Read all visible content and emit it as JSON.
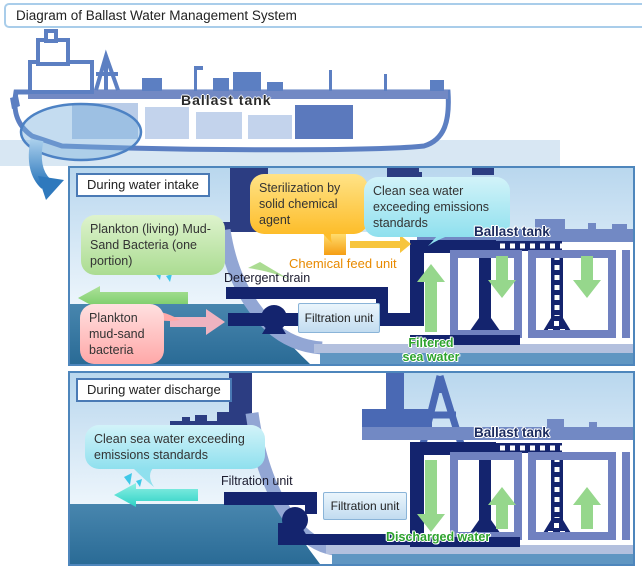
{
  "title": "Diagram of Ballast Water Management System",
  "ship": {
    "ballast_tank_label": "Ballast tank"
  },
  "intake": {
    "heading": "During water intake",
    "bubbles": {
      "sterilization": "Sterilization by solid chemical agent",
      "clean_sea_water": "Clean sea water exceeding emissions standards",
      "plankton_living": "Plankton (living) Mud-Sand Bacteria (one portion)",
      "plankton_sea": "Plankton mud-sand bacteria"
    },
    "labels": {
      "chemical_feed_unit": "Chemical feed unit",
      "detergent_drain": "Detergent drain",
      "filtration_unit": "Filtration unit",
      "ballast_tank": "Ballast tank",
      "filtered_sea_water": "Filtered sea water"
    }
  },
  "discharge": {
    "heading": "During water discharge",
    "bubbles": {
      "clean_sea_water": "Clean sea water exceeding emissions standards"
    },
    "labels": {
      "filtration_unit_pipe": "Filtration unit",
      "filtration_unit_box": "Filtration unit",
      "ballast_tank": "Ballast tank",
      "discharged_water": "Discharged water"
    }
  },
  "colors": {
    "navy_pipe": "#14246e",
    "dock_navy": "#2c3d82",
    "deck_blue": "#7289c4",
    "hull_periwinkle": "#92a6d4",
    "cell_wall": "#7081c0",
    "sea_top": "#4886ae",
    "sea_bottom": "#2a6b96",
    "sky": "#bcd9ef",
    "tank_arrow_green": "#96d78c",
    "drain_arrow_green": "#8ad478",
    "discharge_arrow_cyan": "#45e0d5",
    "intake_arrow_pink": "#efb3c0",
    "chemical_yellow": "#f7c53d",
    "label_orange": "#e88a00",
    "label_green": "#2da32d"
  }
}
